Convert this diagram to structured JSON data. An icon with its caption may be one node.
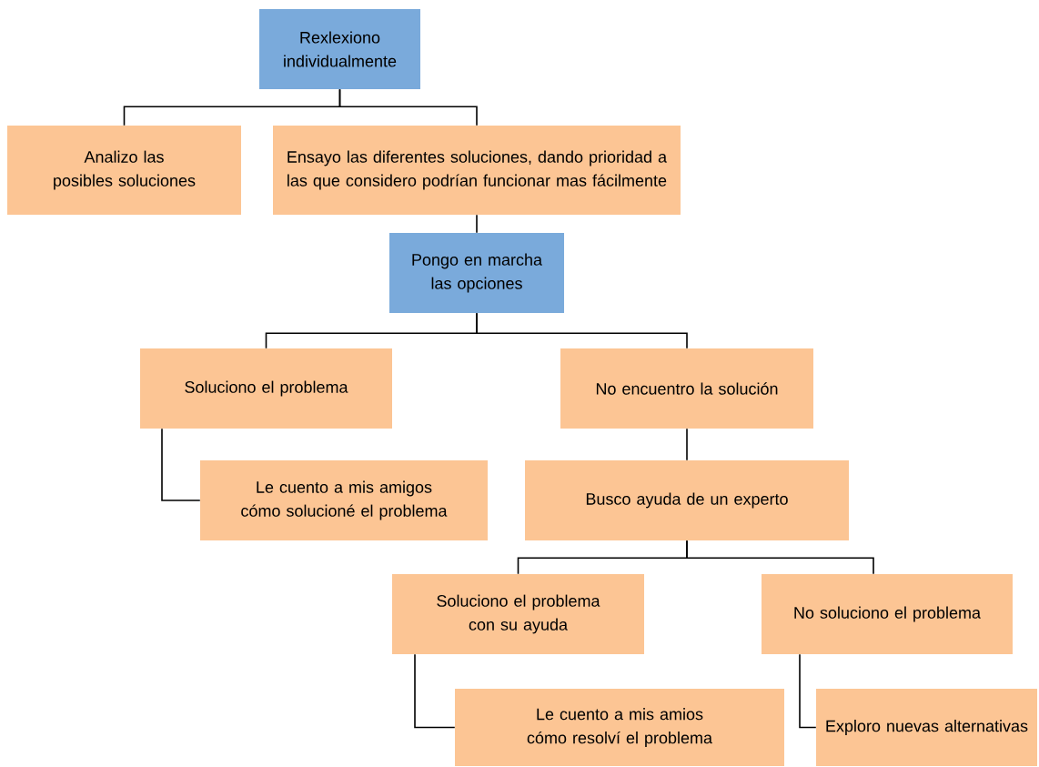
{
  "diagram": {
    "nodes": [
      {
        "text": [
          "Rexlexiono individualmente"
        ]
      },
      {
        "text": [
          "Analizo las posibles soluciones"
        ]
      },
      {
        "text": [
          "Ensayo las diferentes soluciones, dando prioridad a las que considero podrían funcionar mas fácilmente"
        ]
      },
      {
        "text": [
          "Pongo en marcha las opciones"
        ]
      },
      {
        "text": [
          "Soluciono el problema"
        ]
      },
      {
        "text": [
          "No encuentro la solución"
        ]
      },
      {
        "text": [
          "Le cuento a mis amigos cómo solucioné el problema"
        ]
      },
      {
        "text": [
          "Busco ayuda de un experto"
        ]
      },
      {
        "text": [
          "Soluciono el problema con su ayuda"
        ]
      },
      {
        "text": [
          "No soluciono el problema"
        ]
      },
      {
        "text": [
          "Le cuento a mis amios cómo resolví el problema"
        ]
      },
      {
        "text": [
          "Exploro nuevas alternativas"
        ]
      }
    ],
    "edges": [
      {
        "from": 0,
        "to": 1,
        "arrow": "none"
      },
      {
        "from": 0,
        "to": 2,
        "arrow": "none"
      },
      {
        "from": 2,
        "to": 3,
        "arrow": "none"
      },
      {
        "from": 3,
        "to": 4,
        "arrow": "none"
      },
      {
        "from": 3,
        "to": 5,
        "arrow": "none"
      },
      {
        "from": 4,
        "to": 6,
        "arrow": "none"
      },
      {
        "from": 5,
        "to": 7,
        "arrow": "none"
      },
      {
        "from": 7,
        "to": 8,
        "arrow": "none"
      },
      {
        "from": 7,
        "to": 9,
        "arrow": "none"
      },
      {
        "from": 8,
        "to": 10,
        "arrow": "none"
      },
      {
        "from": 9,
        "to": 11,
        "arrow": "none"
      }
    ]
  }
}
